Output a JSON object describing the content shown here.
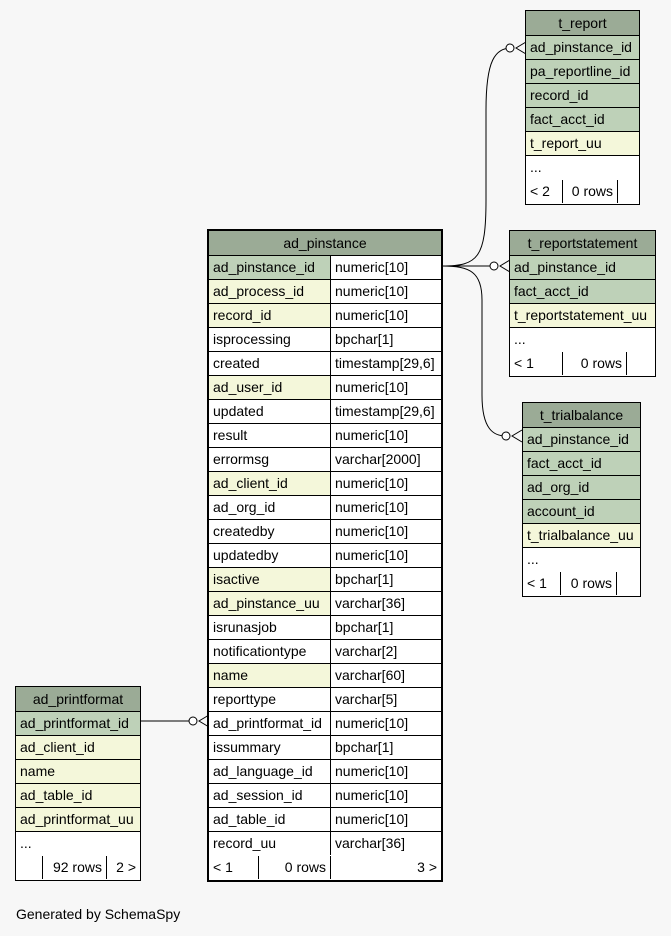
{
  "footer": {
    "generated_by": "Generated by SchemaSpy"
  },
  "colors": {
    "header": "#9bab96",
    "primary_key": "#bed1b8",
    "foreign_key": "#f4f7da",
    "plain": "#ffffff",
    "background": "#f7f7f7"
  },
  "tables": {
    "ad_pinstance": {
      "title": "ad_pinstance",
      "columns": [
        {
          "name": "ad_pinstance_id",
          "type": "numeric[10]"
        },
        {
          "name": "ad_process_id",
          "type": "numeric[10]"
        },
        {
          "name": "record_id",
          "type": "numeric[10]"
        },
        {
          "name": "isprocessing",
          "type": "bpchar[1]"
        },
        {
          "name": "created",
          "type": "timestamp[29,6]"
        },
        {
          "name": "ad_user_id",
          "type": "numeric[10]"
        },
        {
          "name": "updated",
          "type": "timestamp[29,6]"
        },
        {
          "name": "result",
          "type": "numeric[10]"
        },
        {
          "name": "errormsg",
          "type": "varchar[2000]"
        },
        {
          "name": "ad_client_id",
          "type": "numeric[10]"
        },
        {
          "name": "ad_org_id",
          "type": "numeric[10]"
        },
        {
          "name": "createdby",
          "type": "numeric[10]"
        },
        {
          "name": "updatedby",
          "type": "numeric[10]"
        },
        {
          "name": "isactive",
          "type": "bpchar[1]"
        },
        {
          "name": "ad_pinstance_uu",
          "type": "varchar[36]"
        },
        {
          "name": "isrunasjob",
          "type": "bpchar[1]"
        },
        {
          "name": "notificationtype",
          "type": "varchar[2]"
        },
        {
          "name": "name",
          "type": "varchar[60]"
        },
        {
          "name": "reporttype",
          "type": "varchar[5]"
        },
        {
          "name": "ad_printformat_id",
          "type": "numeric[10]"
        },
        {
          "name": "issummary",
          "type": "bpchar[1]"
        },
        {
          "name": "ad_language_id",
          "type": "numeric[10]"
        },
        {
          "name": "ad_session_id",
          "type": "numeric[10]"
        },
        {
          "name": "ad_table_id",
          "type": "numeric[10]"
        },
        {
          "name": "record_uu",
          "type": "varchar[36]"
        }
      ],
      "footer": {
        "parents": "< 1",
        "rows": "0 rows",
        "children": "3 >"
      }
    },
    "t_report": {
      "title": "t_report",
      "columns": [
        "ad_pinstance_id",
        "pa_reportline_id",
        "record_id",
        "fact_acct_id",
        "t_report_uu",
        "..."
      ],
      "footer": {
        "parents": "< 2",
        "rows": "0 rows",
        "children": ""
      }
    },
    "t_reportstatement": {
      "title": "t_reportstatement",
      "columns": [
        "ad_pinstance_id",
        "fact_acct_id",
        "t_reportstatement_uu",
        "..."
      ],
      "footer": {
        "parents": "< 1",
        "rows": "0 rows",
        "children": ""
      }
    },
    "t_trialbalance": {
      "title": "t_trialbalance",
      "columns": [
        "ad_pinstance_id",
        "fact_acct_id",
        "ad_org_id",
        "account_id",
        "t_trialbalance_uu",
        "..."
      ],
      "footer": {
        "parents": "< 1",
        "rows": "0 rows",
        "children": ""
      }
    },
    "ad_printformat": {
      "title": "ad_printformat",
      "columns": [
        "ad_printformat_id",
        "ad_client_id",
        "name",
        "ad_table_id",
        "ad_printformat_uu",
        "..."
      ],
      "footer": {
        "parents": "",
        "rows": "92 rows",
        "children": "2 >"
      }
    }
  }
}
